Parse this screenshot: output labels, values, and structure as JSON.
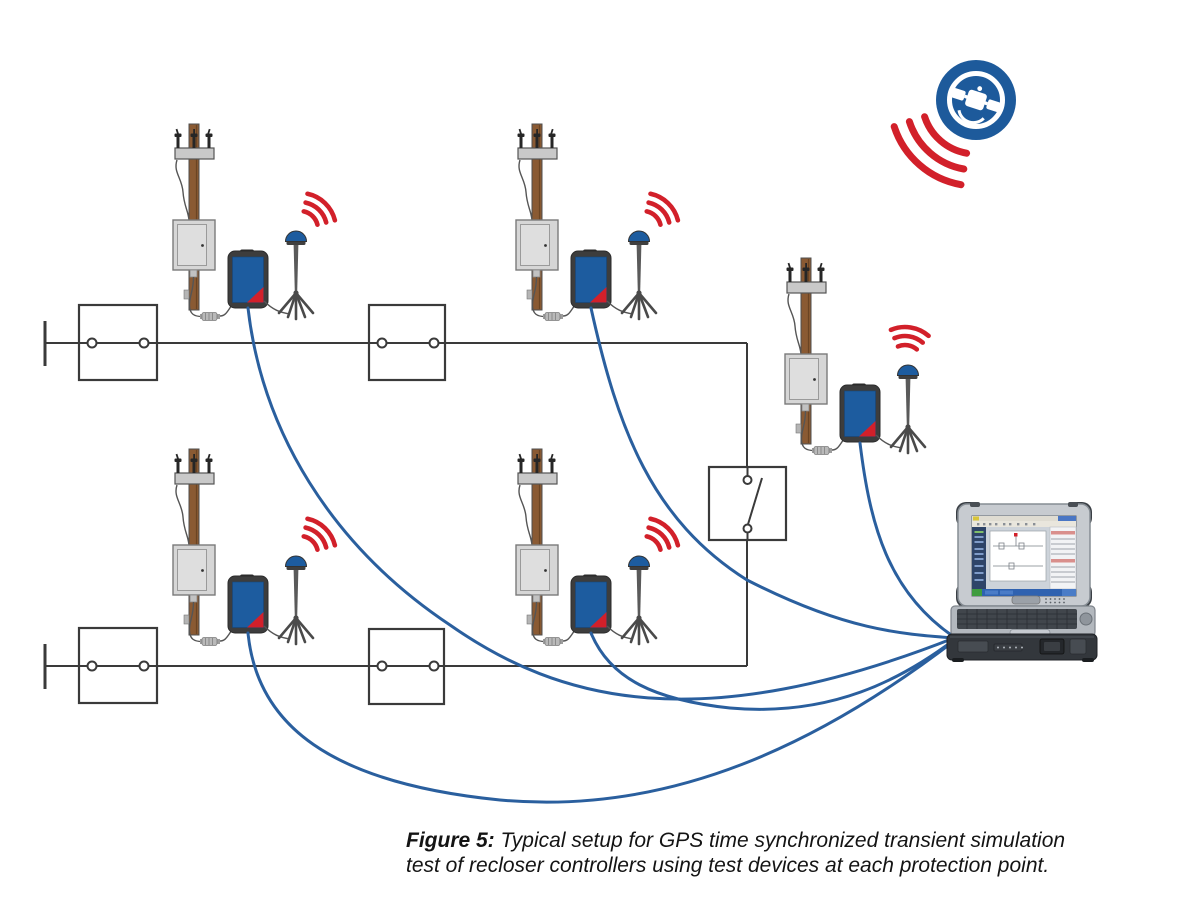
{
  "figure": {
    "label": "Figure 5:",
    "caption_line1": "Typical setup for GPS time synchronized transient simulation",
    "caption_line2": "test of recloser controllers using test devices at each protection point."
  },
  "colors": {
    "brand_blue": "#1d5a9b",
    "device_screen_blue": "#1d5c9f",
    "cable_blue": "#2a5f9e",
    "signal_red": "#d2202a",
    "line_gray": "#3a3a3a",
    "pole_brown": "#8a5a33",
    "cabinet_gray": "#d6d6d6"
  },
  "icons": {
    "satellite": "gps-satellite-icon",
    "radio_waves": "radio-waves-icon",
    "antenna": "gps-antenna-on-tripod-icon",
    "test_device": "test-device-icon",
    "pole": "utility-pole-icon",
    "cabinet": "recloser-controller-cabinet-icon",
    "laptop": "rugged-laptop-icon",
    "switch": "open-tie-switch-icon",
    "recloser_box": "recloser-symbol-icon"
  },
  "diagram": {
    "protection_points": [
      {
        "id": 1,
        "position": "top-left"
      },
      {
        "id": 2,
        "position": "top-center"
      },
      {
        "id": 3,
        "position": "right"
      },
      {
        "id": 4,
        "position": "bottom-left"
      },
      {
        "id": 5,
        "position": "bottom-center"
      }
    ],
    "feeders": [
      {
        "id": "top-feeder",
        "recloser_boxes": 2
      },
      {
        "id": "bottom-feeder",
        "recloser_boxes": 2
      }
    ],
    "tie_switch_open": true,
    "cables_to_laptop": 5
  }
}
